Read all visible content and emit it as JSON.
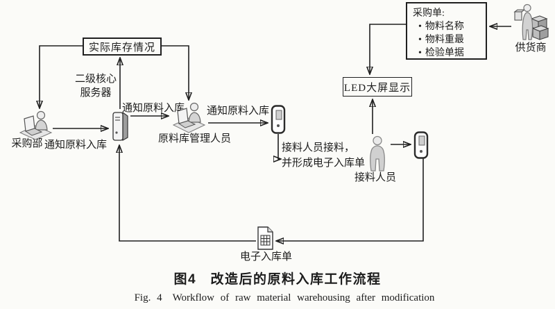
{
  "diagram": {
    "inventory_box": "实际库存情况",
    "server_label_line1": "二级核心",
    "server_label_line2": "服务器",
    "purchasing_label": "采购部",
    "manager_label": "原料库管理人员",
    "receiver_note_line1": "接料人员接料，",
    "receiver_note_line2": "并形成电子入库单",
    "receiver_label": "接料人员",
    "led_box": "LED大屏显示",
    "order_box": {
      "title": "采购单:",
      "bullet": "•",
      "items": [
        "物料名称",
        "物料重最",
        "检验单据"
      ]
    },
    "supplier_label": "供货商",
    "edoc_label": "电子入库单",
    "edge_labels": {
      "notify_purchasing_to_server": "通知原料入库",
      "notify_server_to_manager": "通知原料入库",
      "notify_manager_to_phone": "通知原料入库"
    }
  },
  "caption": {
    "zh": "图4　改造后的原料入库工作流程",
    "en": "Fig. 4　Workflow of raw material warehousing after modification"
  },
  "colors": {
    "line": "#1f1f1f",
    "text": "#1c1c1c",
    "paper": "#fbfbf8"
  }
}
